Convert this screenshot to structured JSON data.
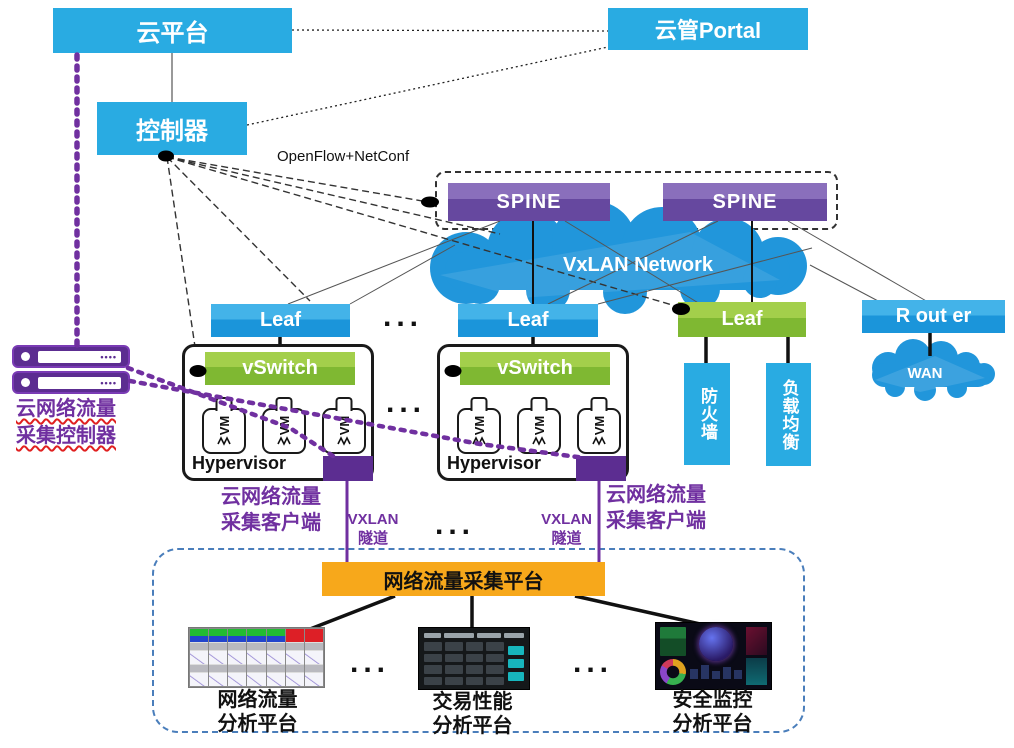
{
  "nodes": {
    "cloud_platform": "云平台",
    "cloud_portal": "云管Portal",
    "controller": "控制器",
    "spine": "SPINE",
    "vxlan_network": "VxLAN Network",
    "leaf": "Leaf",
    "router": "R out er",
    "wan": "WAN",
    "vswitch": "vSwitch",
    "vm": "VM",
    "hypervisor": "Hypervisor",
    "firewall": "防火墙",
    "load_balancer": "负载均衡",
    "collection_platform": "网络流量采集平台"
  },
  "labels": {
    "openflow_protocol": "OpenFlow+NetConf",
    "collector_line1": "云网络流量",
    "collector_line2": "采集控制器",
    "client_line1": "云网络流量",
    "client_line2": "采集客户端",
    "vxlan_tunnel_line1": "VXLAN",
    "vxlan_tunnel_line2": "隧道",
    "ellipsis": "..."
  },
  "platforms": [
    {
      "line1": "网络流量",
      "line2": "分析平台"
    },
    {
      "line1": "交易性能",
      "line2": "分析平台"
    },
    {
      "line1": "安全监控",
      "line2": "分析平台"
    }
  ],
  "icons": {
    "server": "rack-server-icon",
    "vm": "vm-jar-icon",
    "connection_dot": "black-ellipse-connector",
    "cloud": "network-cloud-icon",
    "screenshots": [
      "traffic-analysis-dashboard",
      "transaction-performance-dashboard",
      "security-monitoring-dashboard"
    ]
  },
  "colors": {
    "box_blue": "#29ABE2",
    "leaf_blue_dark": "#1B95DA",
    "node_green": "#7FB832",
    "spine_purple": "#66489F",
    "accent_purple": "#7030A0",
    "agent_purple": "#5C2D91",
    "platform_orange": "#F7A81B",
    "cloud_blue": "#2196DB"
  }
}
